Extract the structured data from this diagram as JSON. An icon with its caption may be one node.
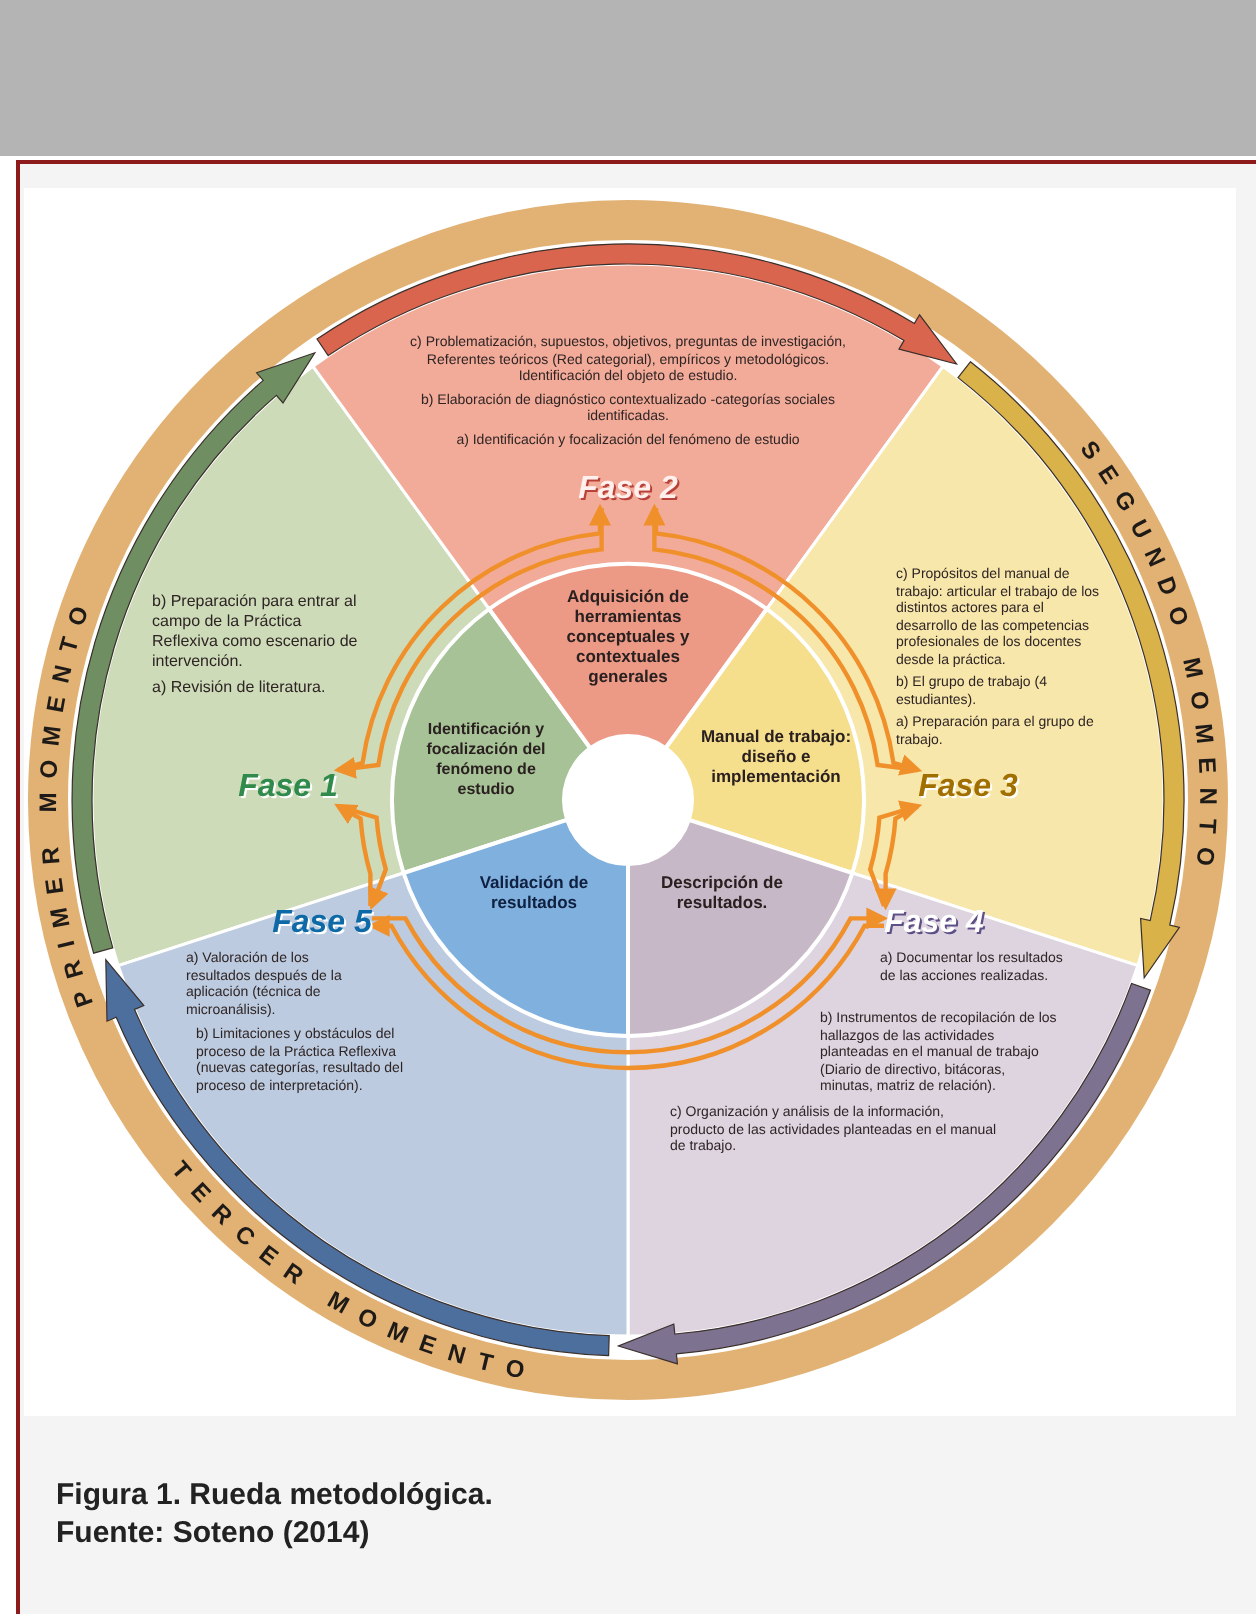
{
  "diagram": {
    "caption": "Figura 1. Rueda metodológica.",
    "nodes": [
      {
        "text": [
          "b) Preparación para entrar al campo de la Práctica Reflexiva como escenario de intervención.",
          "a) Revisión de literatura."
        ]
      },
      {
        "text": [
          "Fase 1"
        ]
      },
      {
        "text": [
          "Identificación y focalización del fenómeno de estudio"
        ]
      },
      {
        "text": [
          "c) Problematización, supuestos, objetivos, preguntas de investigación, Referentes teóricos (Red categorial), empíricos y metodológicos. Identificación del objeto de estudio.",
          "b) Elaboración de diagnóstico contextualizado -categorías sociales identificadas.",
          "a) Identificación y focalización del fenómeno de estudio"
        ]
      },
      {
        "text": [
          "Fase 2"
        ]
      },
      {
        "text": [
          "Adquisición de herramientas conceptuales y contextuales generales"
        ]
      },
      {
        "text": [
          "c) Propósitos del manual de trabajo: articular el trabajo de los distintos actores para el desarrollo de las competencias profesionales de los docentes desde la práctica.",
          "b) El grupo de trabajo (4 estudiantes).",
          "a) Preparación para el grupo de trabajo."
        ]
      },
      {
        "text": [
          "Fase 3"
        ]
      },
      {
        "text": [
          "Manual de trabajo: diseño e implementación"
        ]
      },
      {
        "text": [
          "a) Documentar los resultados de las acciones realizadas.",
          "b) Instrumentos de recopilación de los hallazgos de las actividades planteadas en el manual de trabajo (Diario de directivo, bitácoras, minutas, matriz de relación).",
          "c) Organización y análisis de la información, producto de las actividades planteadas en el manual de trabajo."
        ]
      },
      {
        "text": [
          "Fase 4"
        ]
      },
      {
        "text": [
          "Descripción de resultados."
        ]
      },
      {
        "text": [
          "a) Valoración de los resultados después de la aplicación (técnica de microanálisis).",
          "b) Limitaciones y obstáculos del proceso de la Práctica Reflexiva (nuevas categorías, resultado del proceso de interpretación)."
        ]
      },
      {
        "text": [
          "Fase 5"
        ]
      },
      {
        "text": [
          "Validación de resultados"
        ]
      }
    ],
    "edges": [
      {
        "from": 1,
        "to": 4,
        "arrow": "to"
      },
      {
        "from": 4,
        "to": 1,
        "arrow": "to"
      },
      {
        "from": 4,
        "to": 7,
        "arrow": "to"
      },
      {
        "from": 7,
        "to": 4,
        "arrow": "to"
      },
      {
        "from": 7,
        "to": 10,
        "arrow": "to"
      },
      {
        "from": 10,
        "to": 7,
        "arrow": "to"
      },
      {
        "from": 10,
        "to": 13,
        "arrow": "to"
      },
      {
        "from": 13,
        "to": 10,
        "arrow": "to"
      },
      {
        "from": 13,
        "to": 1,
        "arrow": "to"
      },
      {
        "from": 1,
        "to": 13,
        "arrow": "to"
      }
    ],
    "labels": [
      "PRIMER MOMENTO",
      "SEGUNDO MOMENTO",
      "TERCER MOMENTO",
      "Fuente: Soteno (2014)"
    ]
  }
}
